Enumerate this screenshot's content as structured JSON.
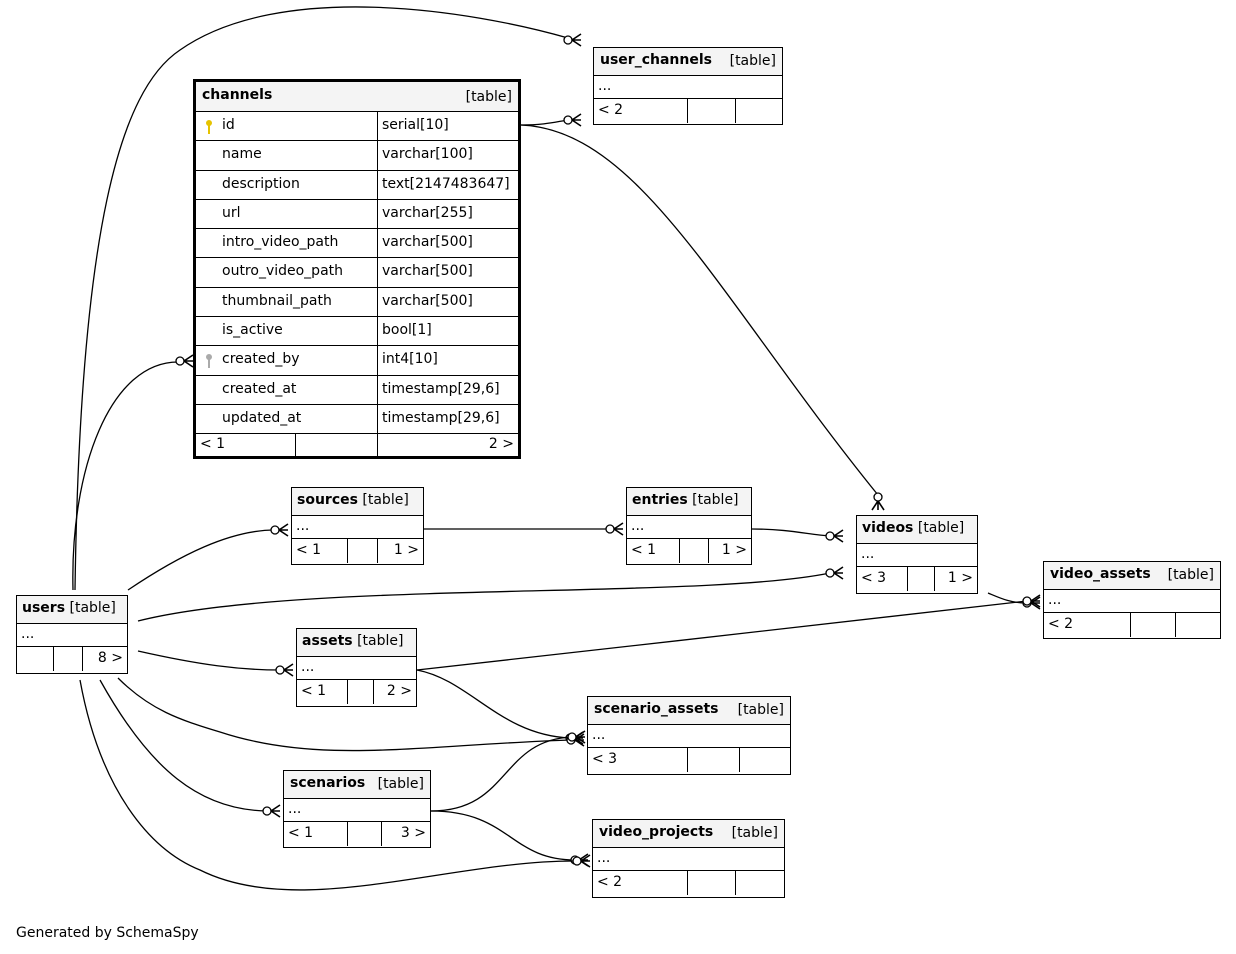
{
  "diagram": {
    "caption": "Generated by SchemaSpy",
    "table_tag": "[table]",
    "placeholder_row": "...",
    "colors": {
      "primary_key": "#e6c300",
      "foreign_key": "#aaaaaa",
      "header_bg": "#f4f4f4",
      "line": "#000000"
    },
    "main_table": {
      "name": "channels",
      "columns": [
        {
          "name": "id",
          "type": "serial[10]",
          "key": "primary-key-icon"
        },
        {
          "name": "name",
          "type": "varchar[100]"
        },
        {
          "name": "description",
          "type": "text[2147483647]"
        },
        {
          "name": "url",
          "type": "varchar[255]"
        },
        {
          "name": "intro_video_path",
          "type": "varchar[500]"
        },
        {
          "name": "outro_video_path",
          "type": "varchar[500]"
        },
        {
          "name": "thumbnail_path",
          "type": "varchar[500]"
        },
        {
          "name": "is_active",
          "type": "bool[1]"
        },
        {
          "name": "created_by",
          "type": "int4[10]",
          "key": "foreign-key-icon"
        },
        {
          "name": "created_at",
          "type": "timestamp[29,6]"
        },
        {
          "name": "updated_at",
          "type": "timestamp[29,6]"
        }
      ],
      "footer": [
        "< 1",
        "",
        "2 >"
      ]
    },
    "tables": [
      {
        "id": "user_channels",
        "name": "user_channels",
        "footer": [
          "< 2",
          "",
          ""
        ]
      },
      {
        "id": "sources",
        "name": "sources",
        "footer": [
          "< 1",
          "",
          "1 >"
        ]
      },
      {
        "id": "entries",
        "name": "entries",
        "footer": [
          "< 1",
          "",
          "1 >"
        ]
      },
      {
        "id": "videos",
        "name": "videos",
        "footer": [
          "< 3",
          "",
          "1 >"
        ]
      },
      {
        "id": "video_assets",
        "name": "video_assets",
        "footer": [
          "< 2",
          "",
          ""
        ]
      },
      {
        "id": "users",
        "name": "users",
        "footer": [
          "",
          "",
          "8 >"
        ]
      },
      {
        "id": "assets",
        "name": "assets",
        "footer": [
          "< 1",
          "",
          "2 >"
        ]
      },
      {
        "id": "scenario_assets",
        "name": "scenario_assets",
        "footer": [
          "< 3",
          "",
          ""
        ]
      },
      {
        "id": "scenarios",
        "name": "scenarios",
        "footer": [
          "< 1",
          "",
          "3 >"
        ]
      },
      {
        "id": "video_projects",
        "name": "video_projects",
        "footer": [
          "< 2",
          "",
          ""
        ]
      }
    ],
    "relationships": [
      {
        "from": "users",
        "to": "user_channels"
      },
      {
        "from": "users",
        "to": "channels"
      },
      {
        "from": "channels",
        "to": "user_channels"
      },
      {
        "from": "channels",
        "to": "videos"
      },
      {
        "from": "users",
        "to": "sources"
      },
      {
        "from": "sources",
        "to": "entries"
      },
      {
        "from": "entries",
        "to": "videos"
      },
      {
        "from": "users",
        "to": "videos"
      },
      {
        "from": "videos",
        "to": "video_assets"
      },
      {
        "from": "assets",
        "to": "video_assets"
      },
      {
        "from": "users",
        "to": "assets"
      },
      {
        "from": "assets",
        "to": "scenario_assets"
      },
      {
        "from": "users",
        "to": "scenario_assets"
      },
      {
        "from": "scenarios",
        "to": "scenario_assets"
      },
      {
        "from": "users",
        "to": "scenarios"
      },
      {
        "from": "scenarios",
        "to": "video_projects"
      },
      {
        "from": "users",
        "to": "video_projects"
      }
    ]
  }
}
